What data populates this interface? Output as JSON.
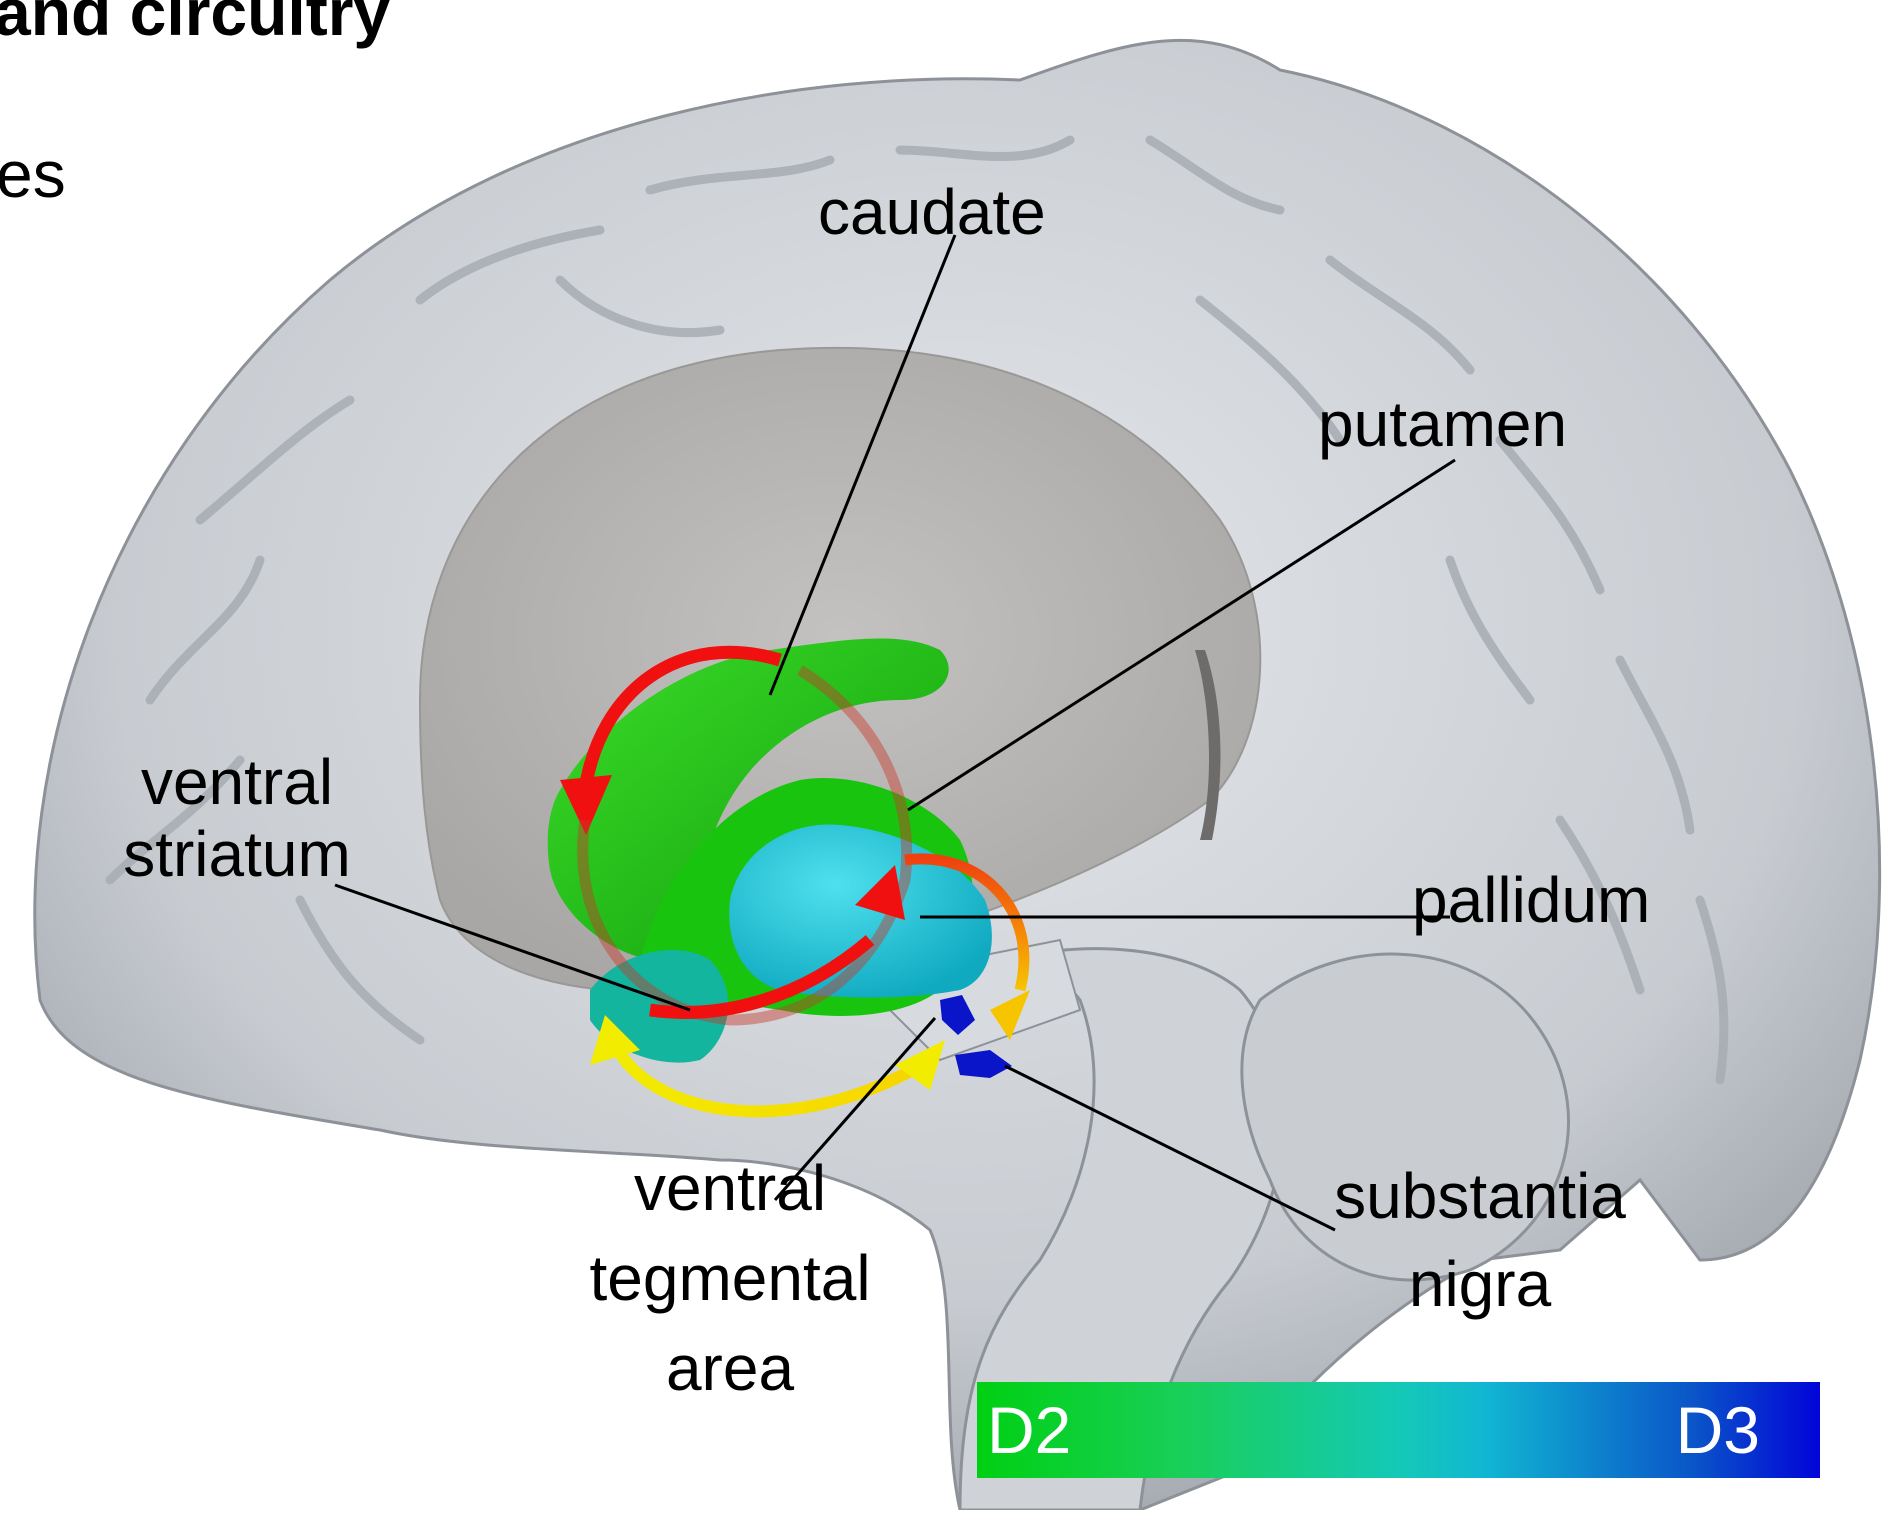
{
  "heading_fragment": "and circuitry",
  "bullet_fragment": "es",
  "labels": {
    "caudate": "caudate",
    "putamen": "putamen",
    "ventral_striatum": [
      "ventral",
      "striatum"
    ],
    "pallidum": "pallidum",
    "ventral_tegmental_area": [
      "ventral",
      "tegmental",
      "area"
    ],
    "substantia_nigra": [
      "substantia",
      "nigra"
    ]
  },
  "scale": {
    "left_label": "D2",
    "right_label": "D3",
    "colors": [
      "#00d012",
      "#14c9b6",
      "#0204d8"
    ]
  },
  "colors": {
    "brain": "#c9cdd2",
    "striatum": "#19c40f",
    "pallidum": "#12c3d6",
    "ventral_striatum": "#13b59e",
    "nigra": "#0a14c8",
    "arrow_red": "#f01010",
    "arrow_yellow": "#f2ec00"
  }
}
